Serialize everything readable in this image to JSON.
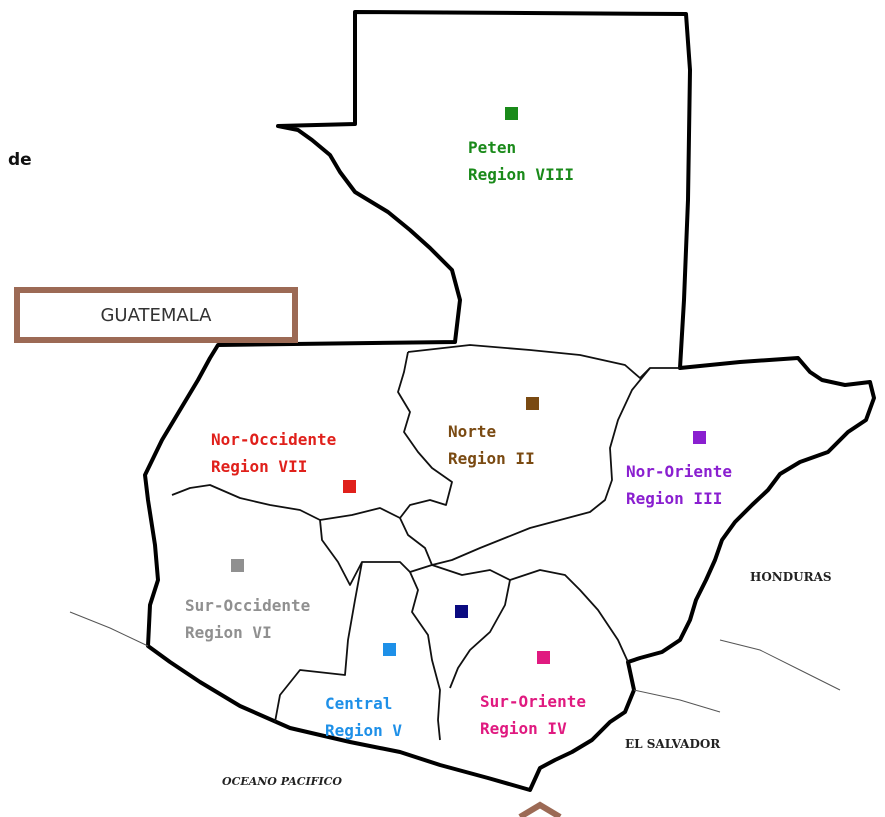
{
  "title": "GUATEMALA",
  "text_fragment": "de",
  "colors": {
    "border": "#000000",
    "title_box_border": "#9c6a55"
  },
  "regions": [
    {
      "id": "peten",
      "name": "Peten",
      "region": "Region VIII",
      "color": "#1a8a1a"
    },
    {
      "id": "norte",
      "name": "Norte",
      "region": "Region II",
      "color": "#7a4a12"
    },
    {
      "id": "nor-occidente",
      "name": "Nor-Occidente",
      "region": "Region VII",
      "color": "#e0201b"
    },
    {
      "id": "nor-oriente",
      "name": "Nor-Oriente",
      "region": "Region III",
      "color": "#8a1fd0"
    },
    {
      "id": "sur-occidente",
      "name": "Sur-Occidente",
      "region": "Region VI",
      "color": "#909090"
    },
    {
      "id": "central",
      "name": "Central",
      "region": "Region V",
      "color": "#1e90e8"
    },
    {
      "id": "sur-oriente",
      "name": "Sur-Oriente",
      "region": "Region IV",
      "color": "#e01a80"
    },
    {
      "id": "metropolitana",
      "name": "",
      "region": "",
      "color": "#0a0a80"
    }
  ],
  "neighbors": {
    "honduras": "HONDURAS",
    "el_salvador": "EL SALVADOR",
    "ocean": "OCEANO PACIFICO"
  }
}
